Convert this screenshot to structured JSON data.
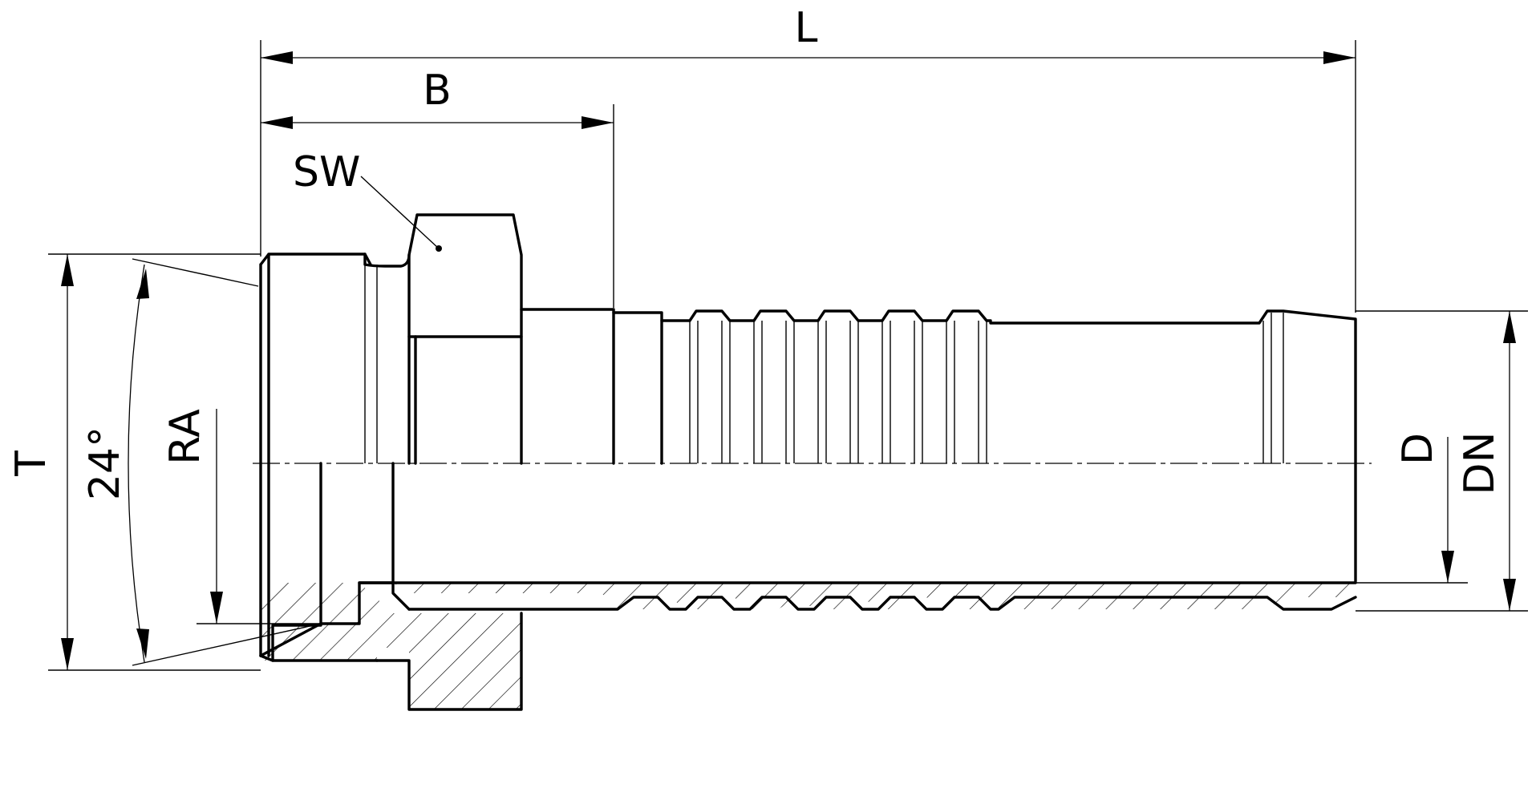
{
  "labels": {
    "length": "L",
    "b_dim": "B",
    "wrench_size": "SW",
    "thread": "T",
    "cone_angle": "24°",
    "ra": "RA",
    "inner_d": "D",
    "nominal_dn": "DN"
  },
  "colors": {
    "line": "#000000",
    "background": "#ffffff"
  }
}
